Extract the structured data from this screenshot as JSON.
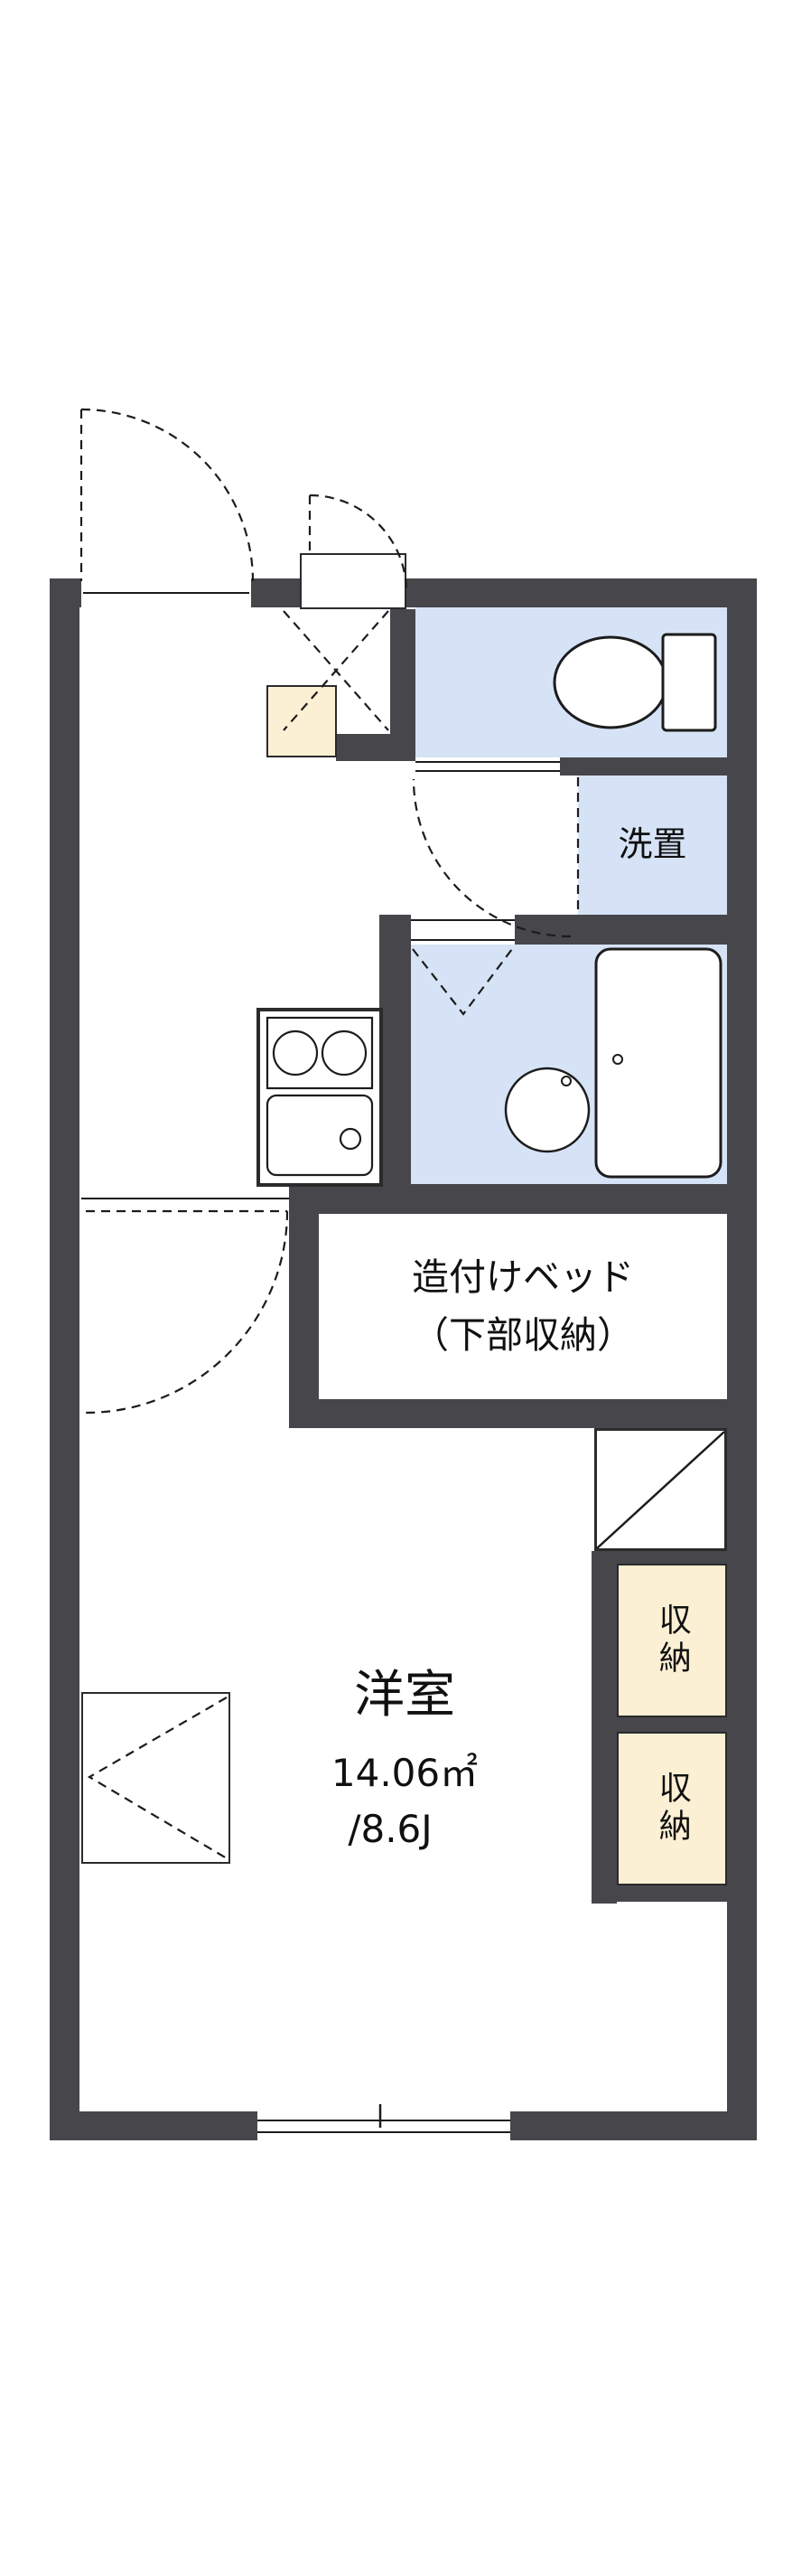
{
  "meta": {
    "type": "apartment-floorplan"
  },
  "colors": {
    "wall": "#46464b",
    "wet_area_fill": "#d6e3f6",
    "storage_fill": "#fcf0d4",
    "line": "#1c1c1c",
    "background": "#ffffff"
  },
  "labels": {
    "washer": "洗置",
    "built_in_bed_line1": "造付けベッド",
    "built_in_bed_line2": "（下部収納）",
    "main_room_name": "洋室",
    "main_room_area_sqm": "14.06㎡",
    "main_room_area_tatami": "/8.6J",
    "closet_upper": "収納",
    "closet_lower": "収納"
  }
}
